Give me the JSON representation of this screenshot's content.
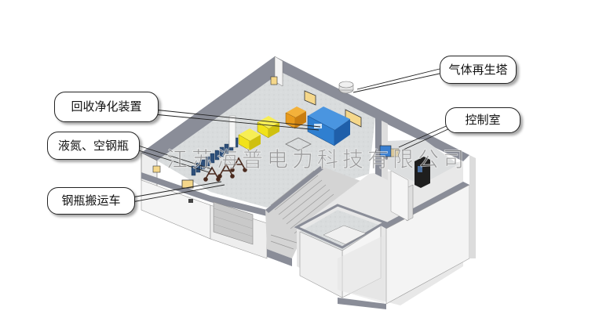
{
  "callouts": {
    "regen_tower": "气体再生塔",
    "recovery": "回收净化装置",
    "control_room": "控制室",
    "cylinders": "液氮、空钢瓶",
    "cart": "钢瓶搬运车"
  },
  "watermark": "江苏海普电力科技有限公司",
  "colors": {
    "wall_top": "#8a8d98",
    "wall_face": "#f3f3f3",
    "floor": "#d9dcdd",
    "recovery_unit": "#2f7fd0",
    "cylinder_box": "#f1e21a",
    "orange_box": "#e89a1c",
    "cylinders": "#2d4f7a"
  }
}
